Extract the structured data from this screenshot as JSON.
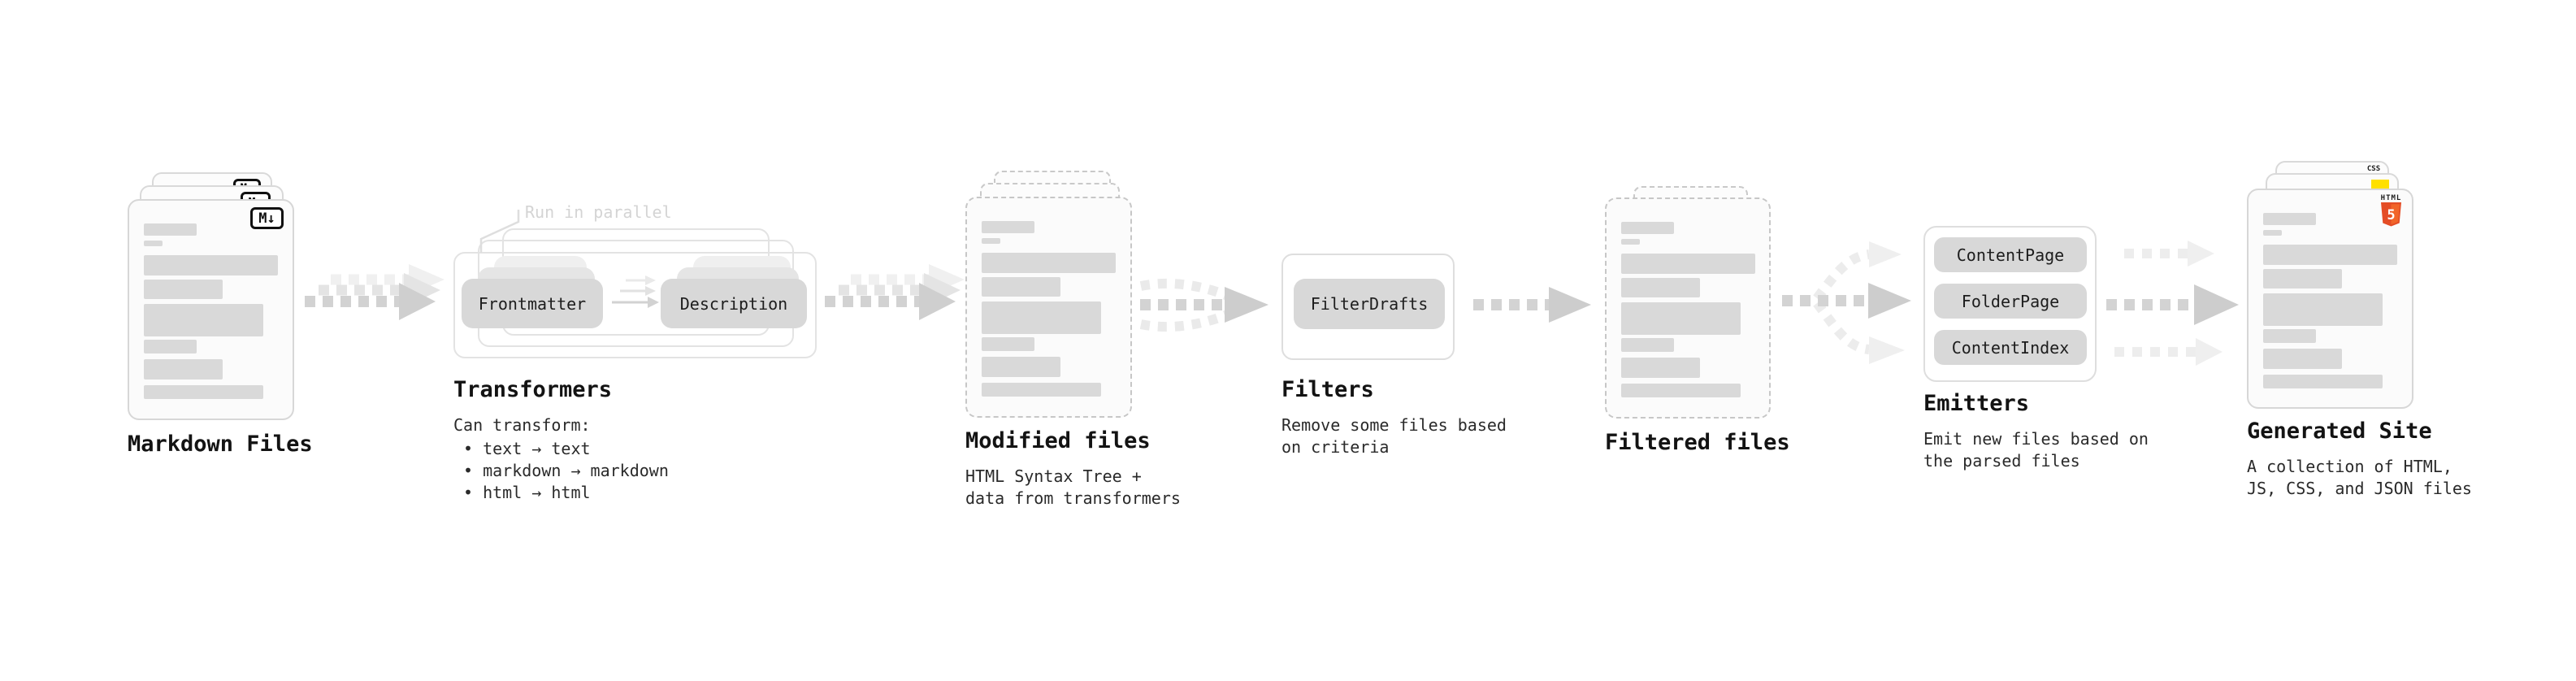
{
  "sections": {
    "markdown_files": {
      "heading": "Markdown Files",
      "badge": "M↓"
    },
    "transformers": {
      "heading": "Transformers",
      "note": "Run in parallel",
      "pills": [
        "Frontmatter",
        "Description"
      ],
      "desc_title": "Can transform:",
      "bullets": [
        "• text → text",
        "• markdown → markdown",
        "• html → html"
      ]
    },
    "modified_files": {
      "heading": "Modified files",
      "desc": [
        "HTML Syntax Tree +",
        "data from transformers"
      ]
    },
    "filters": {
      "heading": "Filters",
      "pills": [
        "FilterDrafts"
      ],
      "desc": [
        "Remove some files based",
        "on criteria"
      ]
    },
    "filtered_files": {
      "heading": "Filtered files"
    },
    "emitters": {
      "heading": "Emitters",
      "pills": [
        "ContentPage",
        "FolderPage",
        "ContentIndex"
      ],
      "desc": [
        "Emit new files based on",
        "the parsed files"
      ]
    },
    "generated_site": {
      "heading": "Generated Site",
      "desc": [
        "A collection of HTML,",
        "JS, CSS, and JSON files"
      ],
      "badges": {
        "css": "CSS",
        "html5_label": "HTML",
        "html5": "5"
      }
    }
  },
  "colors": {
    "skeleton_bar": "#d9d9d9",
    "pill_bg": "#d8d8d8",
    "html5_orange": "#e44d26",
    "js_yellow": "#ffe000",
    "css_blue": "#2b62ff"
  }
}
